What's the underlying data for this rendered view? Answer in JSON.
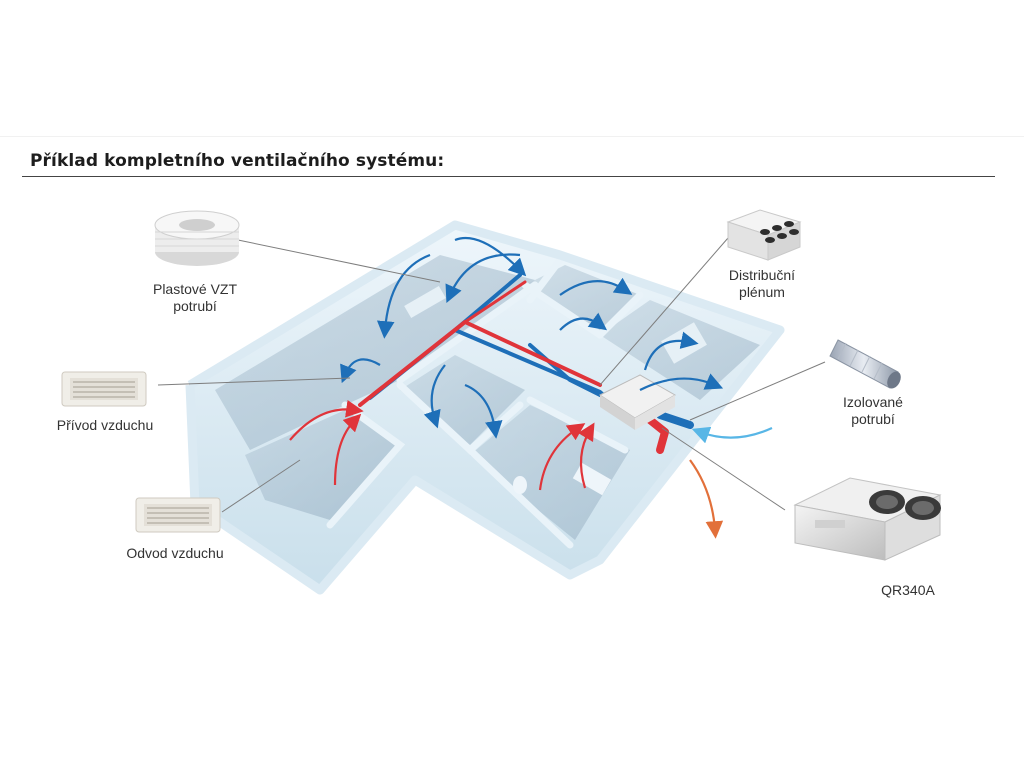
{
  "title": "Příklad kompletního ventilačního systému:",
  "labels": {
    "pipe": [
      "Plastové VZT",
      "potrubí"
    ],
    "supply": "Přívod vzduchu",
    "exhaust": "Odvod vzduchu",
    "plenum": [
      "Distribuční",
      "plénum"
    ],
    "insulated": [
      "Izolované",
      "potrubí"
    ],
    "unit": "QR340A"
  },
  "colors": {
    "supply_air": "#1e6fb8",
    "extract_air": "#e0343a",
    "walls": "#d6e8f2",
    "floor": "#a9bfd0"
  }
}
